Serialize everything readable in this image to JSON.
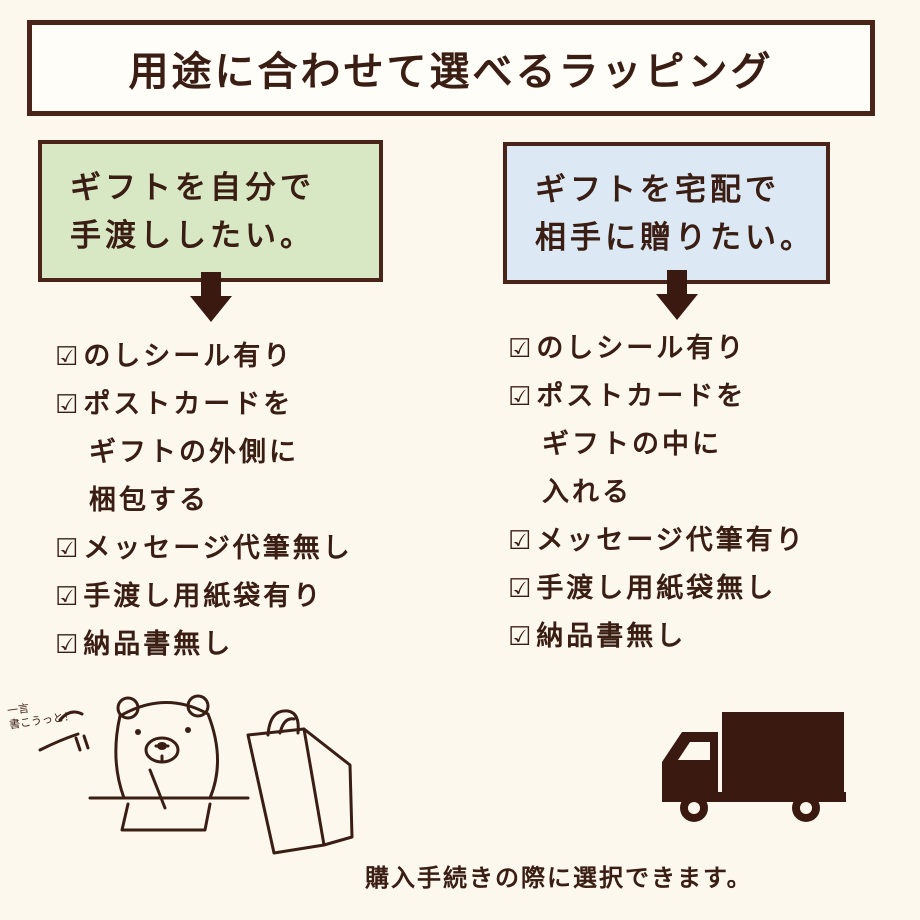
{
  "title": "用途に合わせて選べるラッピング",
  "left_panel": {
    "header_lines": [
      "ギフトを自分で",
      "手渡ししたい。"
    ],
    "bg_color": "#d9e8c4",
    "items": [
      {
        "lines": [
          "のしシール有り"
        ]
      },
      {
        "lines": [
          "ポストカードを",
          "ギフトの外側に",
          "梱包する"
        ]
      },
      {
        "lines": [
          "メッセージ代筆無し"
        ]
      },
      {
        "lines": [
          "手渡し用紙袋有り"
        ]
      },
      {
        "lines": [
          "納品書無し"
        ]
      }
    ]
  },
  "right_panel": {
    "header_lines": [
      "ギフトを宅配で",
      "相手に贈りたい。"
    ],
    "bg_color": "#dce9f5",
    "items": [
      {
        "lines": [
          "のしシール有り"
        ]
      },
      {
        "lines": [
          "ポストカードを",
          "ギフトの中に",
          "入れる"
        ]
      },
      {
        "lines": [
          "メッセージ代筆有り"
        ]
      },
      {
        "lines": [
          "手渡し用紙袋無し"
        ]
      },
      {
        "lines": [
          "納品書無し"
        ]
      }
    ]
  },
  "checkbox_glyph": "☑",
  "bear_note_lines": [
    "一言",
    "書こうっと！"
  ],
  "footer": "購入手続きの際に選択できます。",
  "illustrations": {
    "left": "bear-writing-icon",
    "bag": "paper-bag-icon",
    "right": "delivery-truck-icon"
  }
}
